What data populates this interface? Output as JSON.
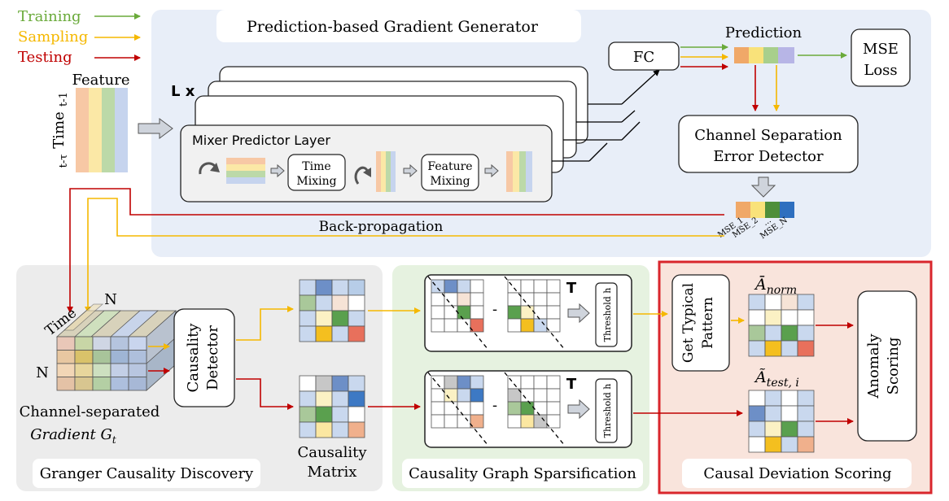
{
  "legend": {
    "training": "Training",
    "sampling": "Sampling",
    "testing": "Testing"
  },
  "colors": {
    "training": "#6aaa3a",
    "sampling": "#f5b800",
    "testing": "#c00000",
    "panel_blue": "#e8eef8",
    "panel_gray": "#ececec",
    "panel_green": "#e6f2e0",
    "panel_red": "#f9e4dc",
    "highlight_border": "#d9262c"
  },
  "generator": {
    "title": "Prediction-based Gradient Generator",
    "layers_label": "L x",
    "layer_name": "Mixer Predictor Layer",
    "time_mixing": [
      "Time",
      "Mixing"
    ],
    "feature_mixing": [
      "Feature",
      "Mixing"
    ],
    "fc": "FC",
    "prediction": "Prediction",
    "mse_loss": [
      "MSE",
      "Loss"
    ],
    "detector": [
      "Channel Separation",
      "Error Detector"
    ],
    "backprop": "Back-propagation",
    "mse_labels": [
      "MSE_1",
      "MSE_2",
      "...",
      "MSE_N"
    ],
    "input_feature": "Feature",
    "input_time": "Time",
    "time_top": "t-1",
    "time_bottom": "t-τ"
  },
  "granger": {
    "title": "Granger Causality Discovery",
    "cube_time": "Time",
    "cube_n_top": "N",
    "cube_n_left": "N",
    "gradient_label": "Channel-separated",
    "gradient_symbol": "Gradient  G",
    "gradient_sub": "t",
    "detector": [
      "Causality",
      "Detector"
    ],
    "matrix": [
      "Causality",
      "Matrix"
    ]
  },
  "sparsification": {
    "title": "Causality Graph Sparsification",
    "minus": "-",
    "transpose": "T",
    "threshold": "Threshold h"
  },
  "scoring": {
    "title": "Causal Deviation Scoring",
    "typical": [
      "Get Typical",
      "Pattern"
    ],
    "a_norm": "Ā",
    "a_norm_sub": "norm",
    "a_test": "Ã",
    "a_test_sub": "test, i",
    "anomaly": [
      "Anomaly",
      "Scoring"
    ]
  }
}
